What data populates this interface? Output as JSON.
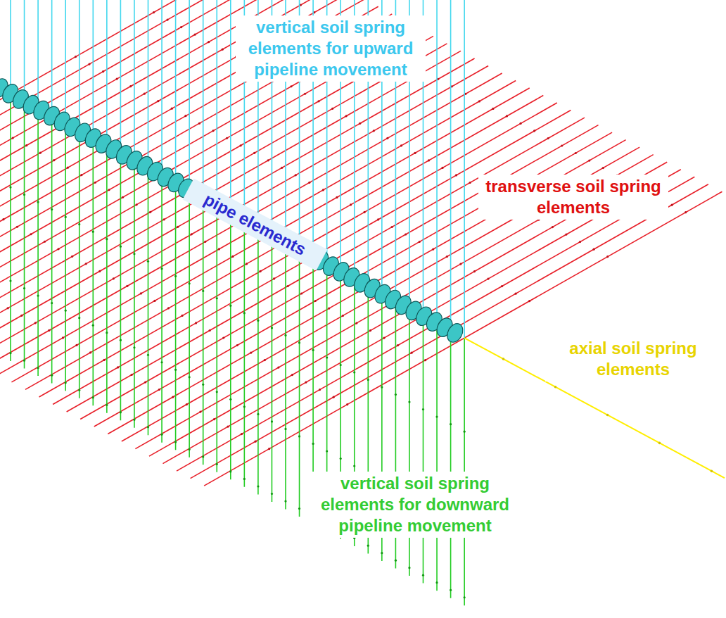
{
  "diagram": {
    "labels": [
      "vertical soil spring elements for upward pipeline movement",
      "pipe elements",
      "transverse soil spring elements",
      "axial soil spring elements",
      "vertical soil spring elements for downward pipeline movement"
    ]
  }
}
